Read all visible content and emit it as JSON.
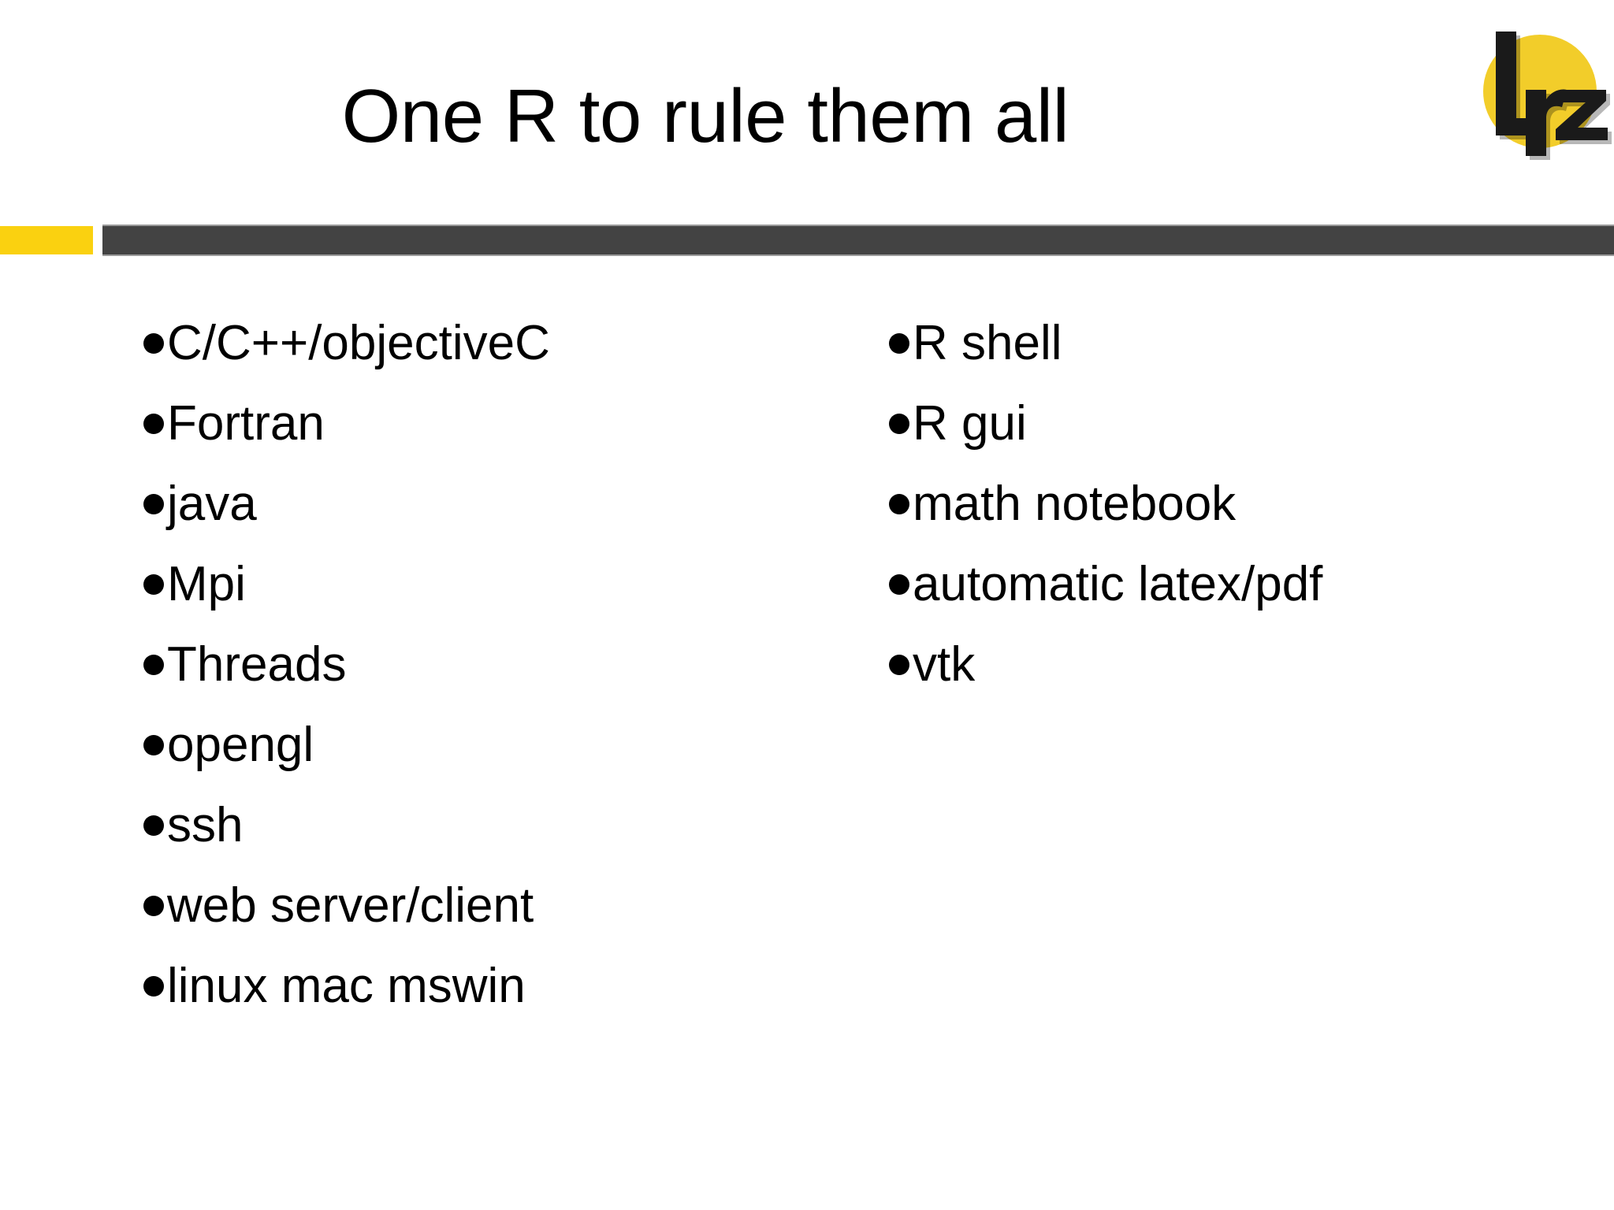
{
  "slide": {
    "title": "One R to rule them all",
    "background_color": "#ffffff",
    "text_color": "#000000"
  },
  "logo": {
    "name": "lrz-logo",
    "wordmark": "lrz",
    "disc_color": "#F2CD2A",
    "mark_color": "#1a1a1a"
  },
  "divider": {
    "accent_color": "#FAD110",
    "bar_color": "#434343"
  },
  "columns": {
    "left": {
      "items": [
        {
          "label": "C/C++/objectiveC"
        },
        {
          "label": "Fortran"
        },
        {
          "label": "java"
        },
        {
          "label": "Mpi"
        },
        {
          "label": "Threads"
        },
        {
          "label": "opengl"
        },
        {
          "label": "ssh"
        },
        {
          "label": "web server/client"
        },
        {
          "label": "linux mac mswin"
        }
      ]
    },
    "right": {
      "items": [
        {
          "label": "R shell"
        },
        {
          "label": "R gui"
        },
        {
          "label": "math notebook"
        },
        {
          "label": "automatic latex/pdf"
        },
        {
          "label": "vtk"
        }
      ]
    }
  }
}
